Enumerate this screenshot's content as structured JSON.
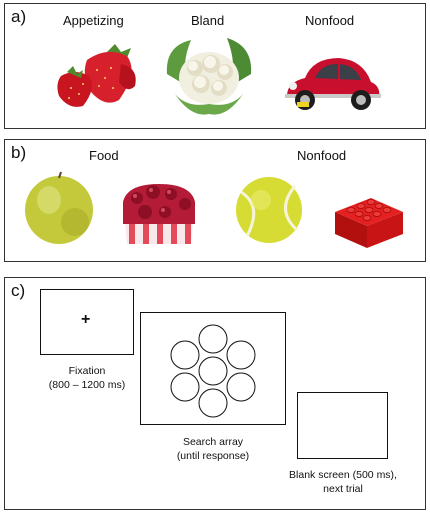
{
  "panel_a": {
    "label": "a)",
    "captions": [
      "Appetizing",
      "Bland",
      "Nonfood"
    ],
    "images": [
      "strawberries",
      "cauliflower",
      "red-car"
    ]
  },
  "panel_b": {
    "label": "b)",
    "captions": [
      "Food",
      "Nonfood"
    ],
    "images": [
      "apple",
      "berry-cake",
      "tennis-ball",
      "lego-brick"
    ]
  },
  "panel_c": {
    "label": "c)",
    "fixation_symbol": "+",
    "fixation_caption_1": "Fixation",
    "fixation_caption_2": "(800 – 1200 ms)",
    "search_caption_1": "Search array",
    "search_caption_2": "(until response)",
    "blank_caption_1": "Blank screen (500 ms),",
    "blank_caption_2": "next trial",
    "circle_count": 7
  },
  "colors": {
    "strawberry": "#d6202c",
    "cauliflower": "#f1efe0",
    "leaf": "#5e9b3e",
    "car": "#c8102e",
    "apple": "#c3c93a",
    "cake": "#b31b36",
    "tennis_ball": "#d7dc34",
    "lego": "#d21414"
  }
}
